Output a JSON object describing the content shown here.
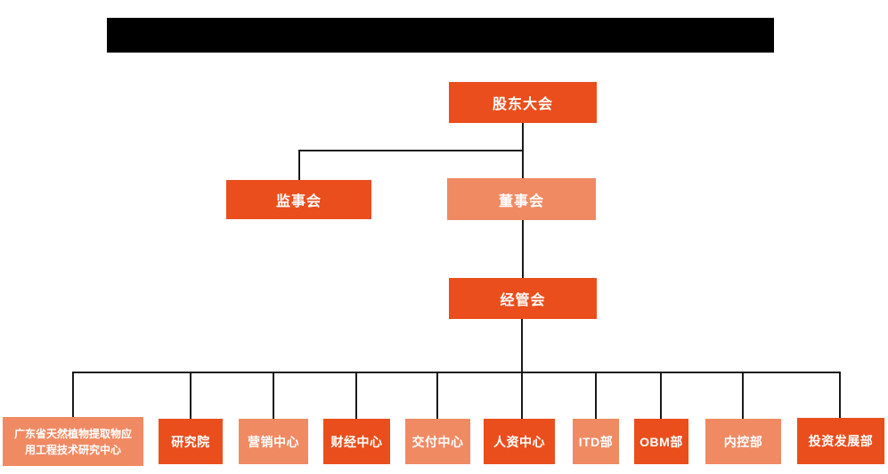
{
  "header": {
    "redacted_title": ""
  },
  "org": {
    "shareholders": "股东大会",
    "supervisory_board": "监事会",
    "board_of_directors": "董事会",
    "management_committee": "经管会",
    "departments": [
      "广东省天然植物提取物应用工程技术研究中心",
      "研究院",
      "营销中心",
      "财经中心",
      "交付中心",
      "人资中心",
      "ITD部",
      "OBM部",
      "内控部",
      "投资发展部"
    ]
  },
  "colors": {
    "primary_orange": "#EA4E1C",
    "secondary_salmon": "#F08A63",
    "connector": "#1A1A1A",
    "redaction": "#000000"
  }
}
